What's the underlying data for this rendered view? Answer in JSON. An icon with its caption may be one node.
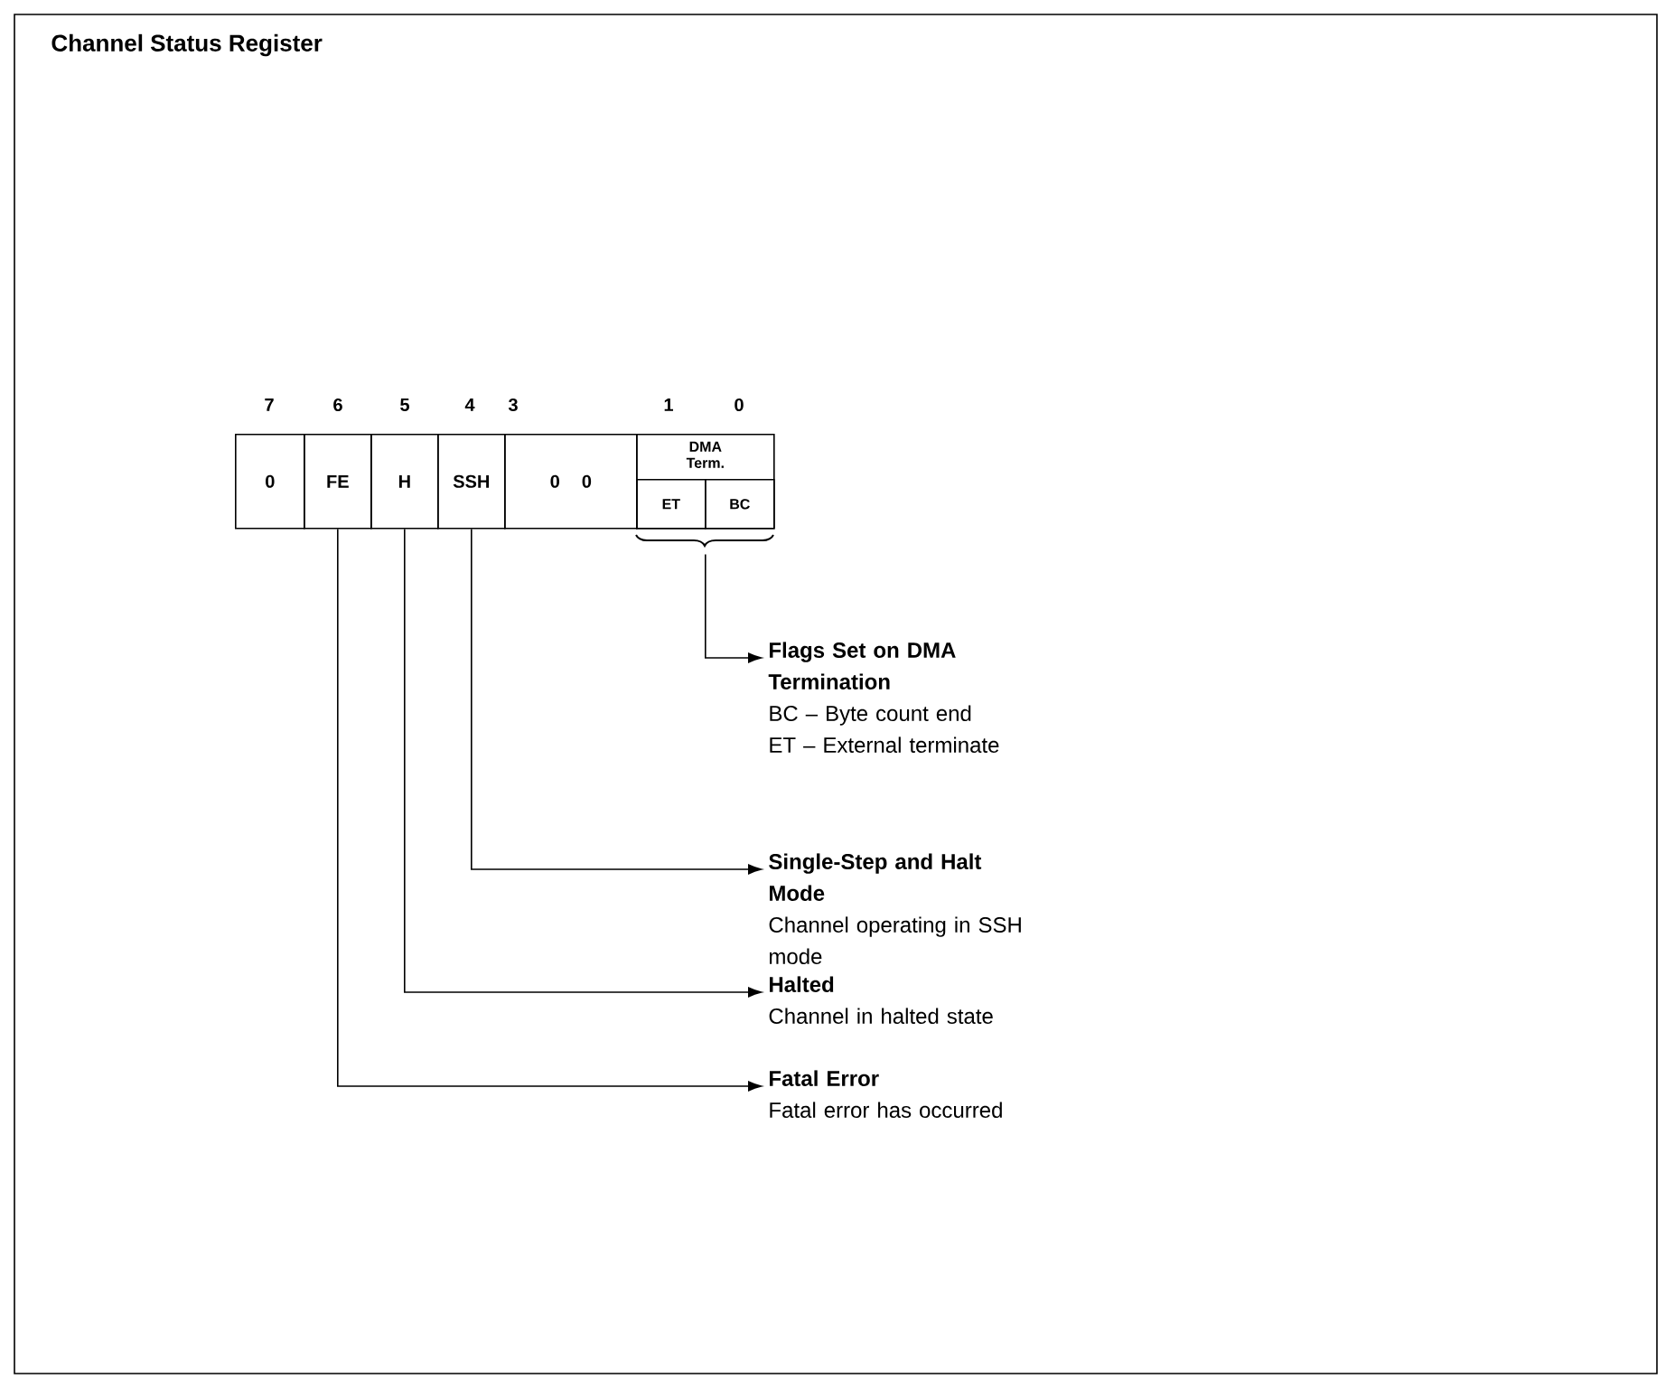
{
  "diagram": {
    "title": "Channel Status Register",
    "nodes": [
      {
        "text": [
          "0"
        ]
      },
      {
        "text": [
          "FE"
        ]
      },
      {
        "text": [
          "H"
        ]
      },
      {
        "text": [
          "SSH"
        ]
      },
      {
        "text": [
          "0",
          "0"
        ]
      },
      {
        "text": [
          "DMA Term."
        ]
      },
      {
        "text": [
          "ET"
        ],
        "in": 5
      },
      {
        "text": [
          "BC"
        ],
        "in": 5
      },
      {
        "text": [
          "Flags Set on DMA Termination",
          "BC – Byte count end",
          "ET – External terminate"
        ]
      },
      {
        "text": [
          "Single-Step and Halt Mode",
          "Channel operating in SSH mode"
        ]
      },
      {
        "text": [
          "Halted",
          "Channel in halted state"
        ]
      },
      {
        "text": [
          "Fatal Error",
          "Fatal error has occurred"
        ]
      }
    ],
    "edges": [
      {
        "from": 5,
        "to": 8,
        "arrow": "to"
      },
      {
        "from": 3,
        "to": 9,
        "arrow": "to"
      },
      {
        "from": 2,
        "to": 10,
        "arrow": "to"
      },
      {
        "from": 1,
        "to": 11,
        "arrow": "to"
      }
    ],
    "labels": [
      "7",
      "6",
      "5",
      "4",
      "3",
      "1",
      "0"
    ]
  }
}
